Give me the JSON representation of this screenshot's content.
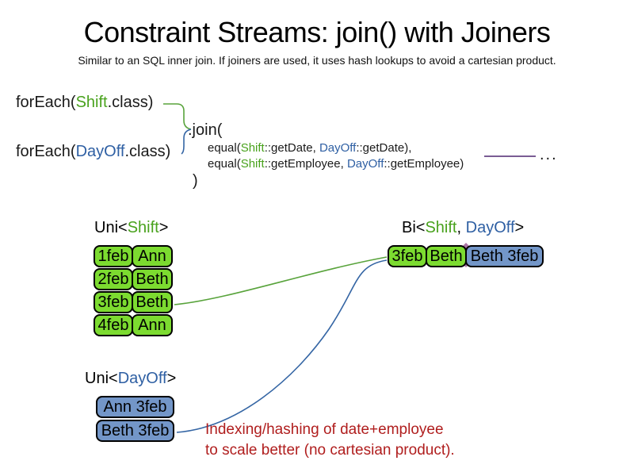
{
  "slide": {
    "title": "Constraint Streams: join() with Joiners",
    "subtitle": "Similar to an SQL inner join. If joiners are used, it uses hash lookups to avoid a cartesian product."
  },
  "code": {
    "foreach_shift": {
      "prefix": "forEach(",
      "class_name": "Shift",
      "suffix": ".class)"
    },
    "foreach_dayoff": {
      "prefix": "forEach(",
      "class_name": "DayOff",
      "suffix": ".class)"
    },
    "join_open": ".join(",
    "joiner_date": {
      "prefix": "equal(",
      "shift": "Shift",
      "shift_rest": "::getDate, ",
      "dayoff": "DayOff",
      "dayoff_rest": "::getDate),"
    },
    "joiner_employee": {
      "prefix": "equal(",
      "shift": "Shift",
      "shift_rest": "::getEmployee, ",
      "dayoff": "DayOff",
      "dayoff_rest": "::getEmployee)"
    },
    "join_close": ")",
    "ellipsis": "..."
  },
  "uni_shift": {
    "label": {
      "prefix": "Uni<",
      "class_name": "Shift",
      "suffix": ">"
    },
    "rows": [
      {
        "date": "1feb",
        "employee": "Ann"
      },
      {
        "date": "2feb",
        "employee": "Beth"
      },
      {
        "date": "3feb",
        "employee": "Beth"
      },
      {
        "date": "4feb",
        "employee": "Ann"
      }
    ]
  },
  "bi": {
    "label": {
      "prefix": "Bi<",
      "shift": "Shift",
      "separator": ", ",
      "dayoff": "DayOff",
      "suffix": ">"
    },
    "row": {
      "date": "3feb",
      "employee": "Beth",
      "pair": "Beth 3feb"
    }
  },
  "uni_dayoff": {
    "label": {
      "prefix": "Uni<",
      "class_name": "DayOff",
      "suffix": ">"
    },
    "rows": [
      {
        "pair": "Ann 3feb"
      },
      {
        "pair": "Beth 3feb"
      }
    ]
  },
  "annotation": {
    "line1": "Indexing/hashing of date+employee",
    "line2": "to scale better (no cartesian product)."
  },
  "colors": {
    "shift_green_text": "#49A21D",
    "dayoff_blue_text": "#2E5FA3",
    "cell_green_fill": "#7CDB30",
    "cell_blue_fill": "#7396C8",
    "employee_orange_text": "#D2641A",
    "note_red_text": "#B01E1E",
    "joiner_purple": "#7A5C94",
    "connector_green_line": "#58A33B",
    "connector_blue_line": "#3465A4"
  }
}
